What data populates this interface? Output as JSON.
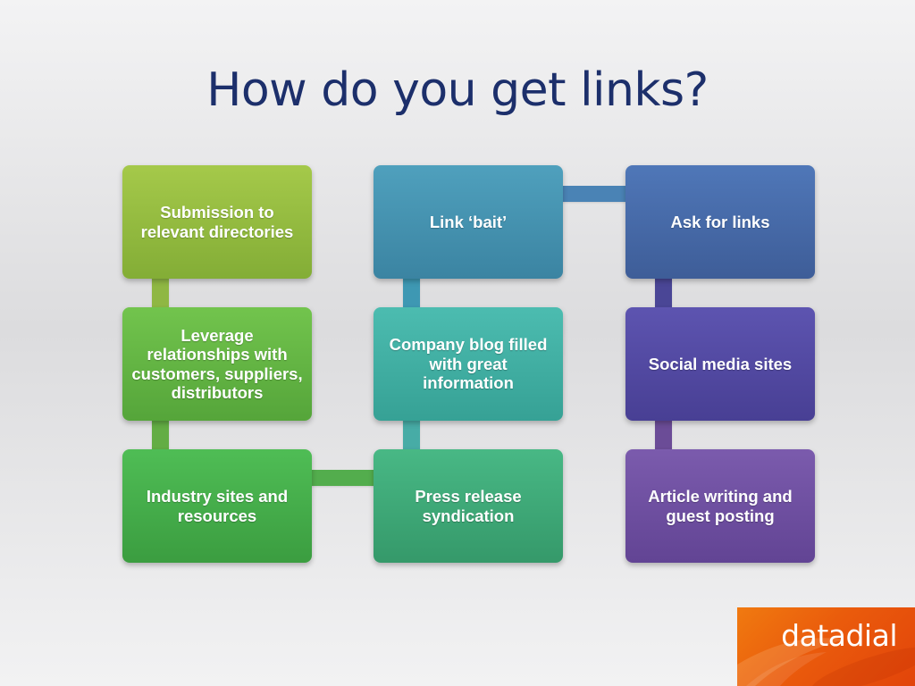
{
  "slide": {
    "title": "How do you get links?"
  },
  "diagram": {
    "boxes": [
      {
        "label": "Submission to relevant directories",
        "color_top": "#a5c94a",
        "color_bottom": "#83ad36"
      },
      {
        "label": "Link ‘bait’",
        "color_top": "#4fa0bd",
        "color_bottom": "#3b84a2"
      },
      {
        "label": "Ask for links",
        "color_top": "#4f77b8",
        "color_bottom": "#3e5d98"
      },
      {
        "label": "Leverage relationships with customers, suppliers, distributors",
        "color_top": "#72c44d",
        "color_bottom": "#55a53a"
      },
      {
        "label": "Company blog filled with great information",
        "color_top": "#4cbcb0",
        "color_bottom": "#36a195"
      },
      {
        "label": "Social media sites",
        "color_top": "#5d54b0",
        "color_bottom": "#483f94"
      },
      {
        "label": "Industry sites and resources",
        "color_top": "#4fbd55",
        "color_bottom": "#3b9d40"
      },
      {
        "label": "Press release syndication",
        "color_top": "#48b885",
        "color_bottom": "#35996a"
      },
      {
        "label": "Article writing and guest posting",
        "color_top": "#7b5bad",
        "color_bottom": "#624494"
      }
    ],
    "connectors": [
      {
        "color": "#8fb743"
      },
      {
        "color": "#63ad44"
      },
      {
        "color": "#53ad4d"
      },
      {
        "color": "#47aca6"
      },
      {
        "color": "#3e98b3"
      },
      {
        "color": "#4a83b5"
      },
      {
        "color": "#4a4696"
      },
      {
        "color": "#6b4c97"
      }
    ]
  },
  "brand": {
    "name": "datadial",
    "colors": [
      "#f07a10",
      "#e2440a"
    ]
  }
}
